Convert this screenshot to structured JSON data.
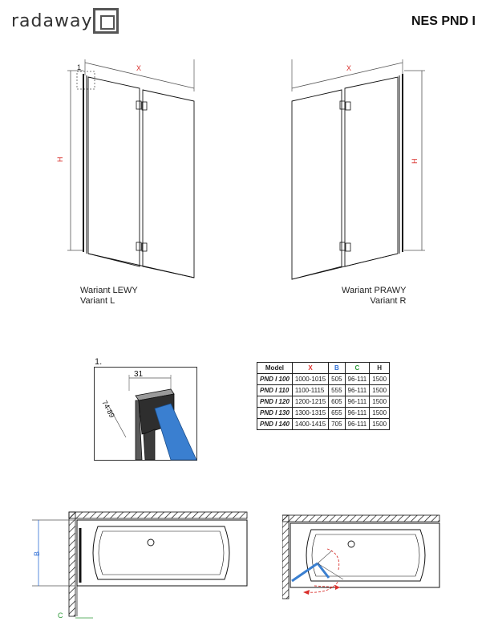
{
  "header": {
    "brand": "radaway",
    "product": "NES PND I"
  },
  "left_view": {
    "callout": "1",
    "x_label": "X",
    "h_label": "H",
    "caption_pl": "Wariant LEWY",
    "caption_en": "Variant L"
  },
  "right_view": {
    "x_label": "X",
    "h_label": "H",
    "caption_pl": "Wariant PRAWY",
    "caption_en": "Variant R"
  },
  "detail": {
    "callout": "1.",
    "dim_width": "31",
    "dim_range": "74-89"
  },
  "table": {
    "headers": [
      "Model",
      "X",
      "B",
      "C",
      "H"
    ],
    "header_colors": [
      "#222222",
      "#e0312d",
      "#2f6fd6",
      "#2f9a3a",
      "#222222"
    ],
    "rows": [
      [
        "PND I 100",
        "1000-1015",
        "505",
        "96-111",
        "1500"
      ],
      [
        "PND I 110",
        "1100-1115",
        "555",
        "96-111",
        "1500"
      ],
      [
        "PND I 120",
        "1200-1215",
        "605",
        "96-111",
        "1500"
      ],
      [
        "PND I 130",
        "1300-1315",
        "655",
        "96-111",
        "1500"
      ],
      [
        "PND I 140",
        "1400-1415",
        "705",
        "96-111",
        "1500"
      ]
    ]
  },
  "plan_left": {
    "b_label": "B",
    "c_label": "C"
  },
  "colors": {
    "dimension_red": "#d9302c",
    "glass_blue": "#3a7fd0",
    "b_blue": "#2f6fd6",
    "c_green": "#2f9a3a"
  }
}
